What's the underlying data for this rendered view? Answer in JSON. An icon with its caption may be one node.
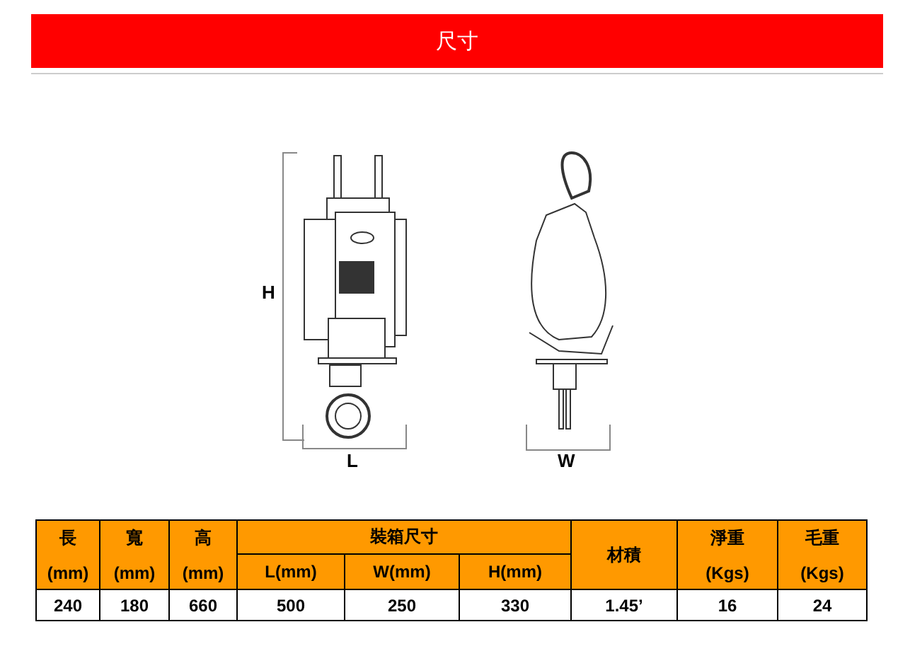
{
  "diagram": {
    "title": "尺寸",
    "labels": [
      "H",
      "L",
      "W",
      "長",
      "寬",
      "高",
      "裝箱尺寸",
      "材積",
      "淨重",
      "毛重",
      "(mm)",
      "(mm)",
      "(mm)",
      "L(mm)",
      "W(mm)",
      "H(mm)",
      "(Kgs)",
      "(Kgs)",
      "240",
      "180",
      "660",
      "500",
      "250",
      "330",
      "1.45’",
      "16",
      "24"
    ]
  }
}
